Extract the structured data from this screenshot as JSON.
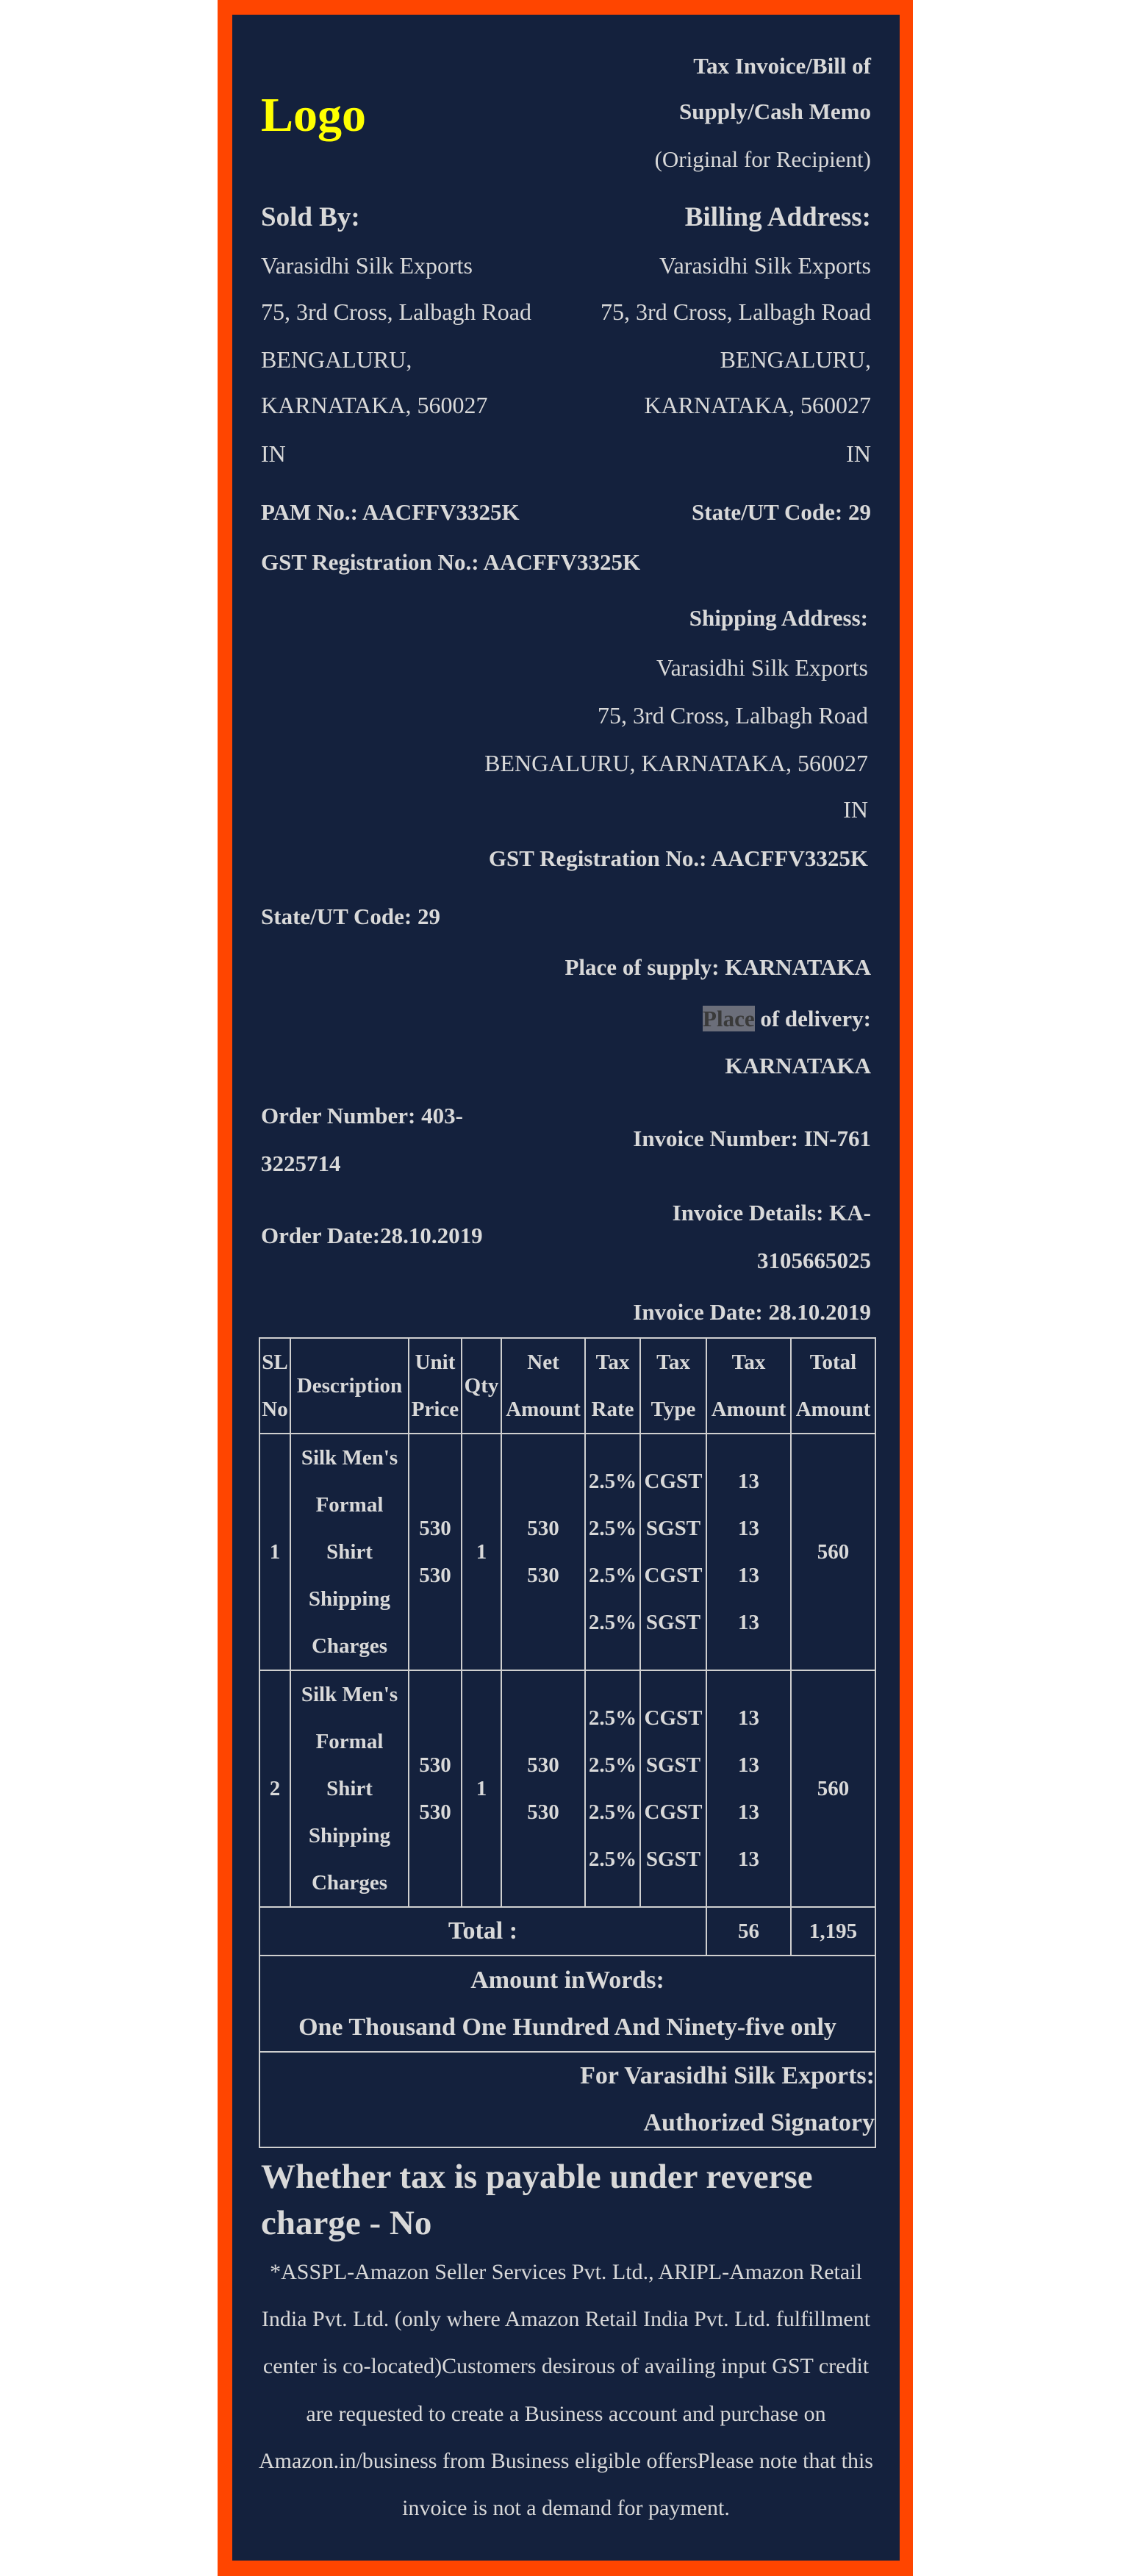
{
  "logo": "Logo",
  "title": [
    "Tax Invoice/Bill of",
    "Supply/Cash Memo",
    "(Original for Recipient)"
  ],
  "sold_by": {
    "label": "Sold By:",
    "lines": [
      "Varasidhi Silk Exports",
      "75, 3rd Cross, Lalbagh Road",
      "BENGALURU,",
      "KARNATAKA, 560027",
      "IN"
    ]
  },
  "billing": {
    "label": "Billing Address:",
    "lines": [
      "Varasidhi Silk Exports",
      "75, 3rd Cross, Lalbagh Road",
      "BENGALURU,",
      "KARNATAKA, 560027",
      "IN"
    ]
  },
  "pan": "PAM No.: AACFFV3325K",
  "billing_state": "State/UT Code: 29",
  "gst_seller": "GST Registration No.: AACFFV3325K",
  "shipping": {
    "label": "Shipping Address:",
    "lines": [
      "Varasidhi Silk Exports",
      "75, 3rd Cross, Lalbagh Road",
      "BENGALURU, KARNATAKA, 560027",
      "IN"
    ],
    "gst": "GST Registration No.: AACFFV3325K"
  },
  "shipping_state": "State/UT Code: 29",
  "place_of_supply": "Place of supply: KARNATAKA",
  "place_of_delivery": {
    "highlight": "Place",
    "rest": " of delivery:",
    "value": "KARNATAKA"
  },
  "order_number": [
    "Order Number: 403-",
    "3225714"
  ],
  "invoice_number": "Invoice Number: IN-761",
  "order_date": "Order Date:28.10.2019",
  "invoice_details": [
    "Invoice Details: KA-",
    "3105665025"
  ],
  "invoice_date": "Invoice Date: 28.10.2019",
  "table": {
    "headers": {
      "sl": [
        "SL",
        "No"
      ],
      "description": "Description",
      "unit_price": [
        "Unit",
        "Price"
      ],
      "qty": "Qty",
      "net_amount": [
        "Net",
        "Amount"
      ],
      "tax_rate": [
        "Tax",
        "Rate"
      ],
      "tax_type": [
        "Tax",
        "Type"
      ],
      "tax_amount": [
        "Tax",
        "Amount"
      ],
      "total_amount": [
        "Total",
        "Amount"
      ]
    },
    "rows": [
      {
        "sl": "1",
        "description": [
          "Silk Men's",
          "Formal",
          "Shirt",
          "Shipping",
          "Charges"
        ],
        "unit_price": [
          "530",
          "530"
        ],
        "qty": "1",
        "net_amount": [
          "530",
          "530"
        ],
        "tax_rate": [
          "2.5%",
          "2.5%",
          "2.5%",
          "2.5%"
        ],
        "tax_type": [
          "CGST",
          "SGST",
          "CGST",
          "SGST"
        ],
        "tax_amount": [
          "13",
          "13",
          "13",
          "13"
        ],
        "total": "560"
      },
      {
        "sl": "2",
        "description": [
          "Silk Men's",
          "Formal",
          "Shirt",
          "Shipping",
          "Charges"
        ],
        "unit_price": [
          "530",
          "530"
        ],
        "qty": "1",
        "net_amount": [
          "530",
          "530"
        ],
        "tax_rate": [
          "2.5%",
          "2.5%",
          "2.5%",
          "2.5%"
        ],
        "tax_type": [
          "CGST",
          "SGST",
          "CGST",
          "SGST"
        ],
        "tax_amount": [
          "13",
          "13",
          "13",
          "13"
        ],
        "total": "560"
      }
    ],
    "total_label": "Total :",
    "total_tax": "56",
    "total_amount": "1,195",
    "amount_words_label": "Amount inWords:",
    "amount_words": "One Thousand One Hundred And Ninety-five only",
    "for_company": "For Varasidhi Silk Exports:",
    "signatory": "Authorized Signatory"
  },
  "reverse_charge": "Whether tax is payable under reverse charge - No",
  "footer_note": "*ASSPL-Amazon Seller Services Pvt. Ltd., ARIPL-Amazon Retail India Pvt. Ltd. (only where Amazon Retail India Pvt. Ltd. fulfillment center is co-located)Customers desirous of availing input GST credit are requested to create a Business account and purchase on Amazon.in/business from Business eligible offersPlease note that this invoice is not a demand for payment.",
  "colors": {
    "border": "#ff4500",
    "background": "#14213d",
    "logo": "#ffff00",
    "text": "#d9d9d9"
  }
}
